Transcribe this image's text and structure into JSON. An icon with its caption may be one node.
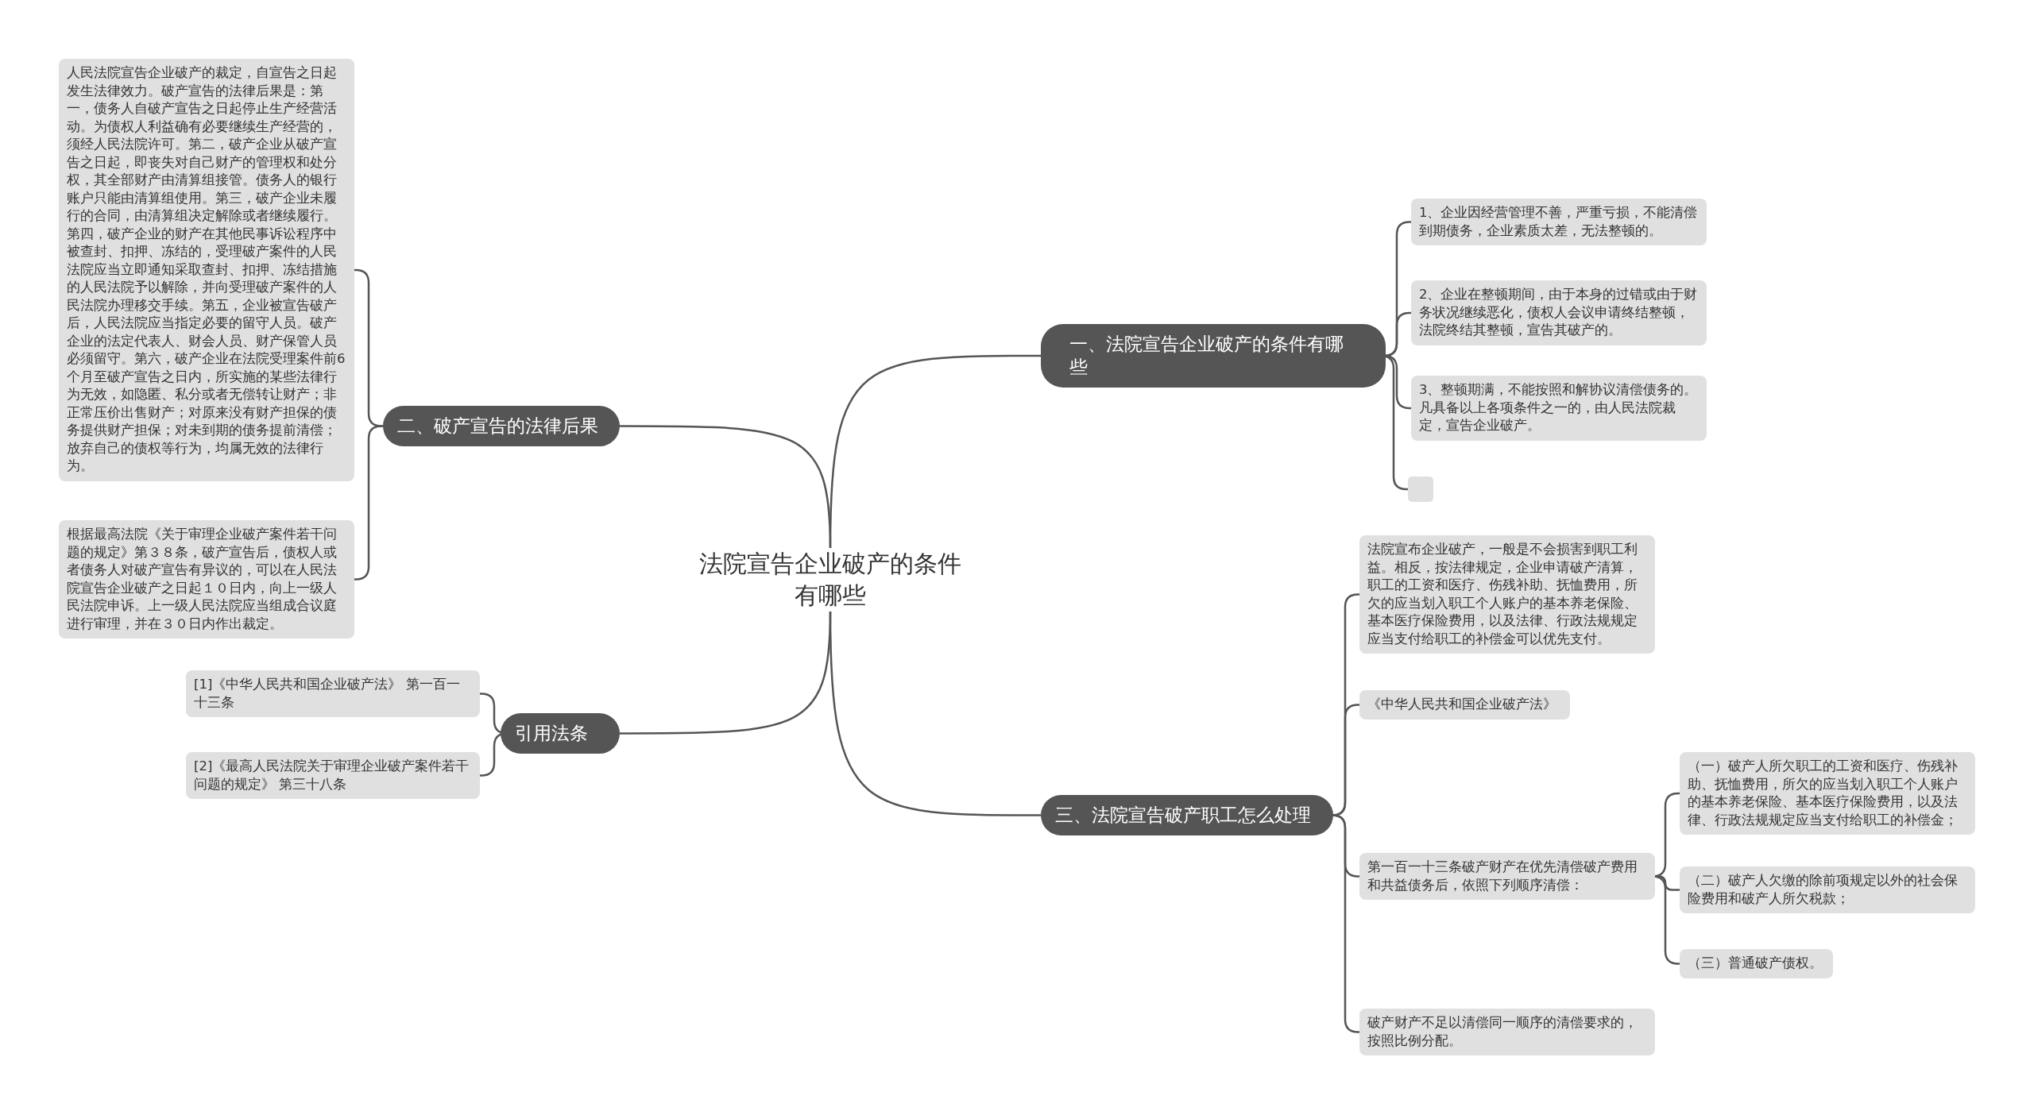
{
  "diagram": {
    "nodes": [
      {
        "text": [
          "法院宣告企业破产的条件有哪些"
        ]
      },
      {
        "text": [
          "一、法院宣告企业破产的条件有哪些"
        ]
      },
      {
        "text": [
          "1、企业因经营管理不善，严重亏损，不能清偿到期债务，企业素质太差，无法整顿的。"
        ]
      },
      {
        "text": [
          "2、企业在整顿期间，由于本身的过错或由于财务状况继续恶化，债权人会议申请终结整顿，法院终结其整顿，宣告其破产的。"
        ]
      },
      {
        "text": [
          "3、整顿期满，不能按照和解协议清偿债务的。凡具备以上各项条件之一的，由人民法院裁定，宣告企业破产。"
        ]
      },
      {
        "text": [],
        "shape": "box"
      },
      {
        "text": [
          "二、破产宣告的法律后果"
        ]
      },
      {
        "text": [
          "人民法院宣告企业破产的裁定，自宣告之日起发生法律效力。破产宣告的法律后果是：第一，债务人自破产宣告之日起停止生产经营活动。为债权人利益确有必要继续生产经营的，须经人民法院许可。第二，破产企业从破产宣告之日起，即丧失对自己财产的管理权和处分权，其全部财产由清算组接管。债务人的银行账户只能由清算组使用。第三，破产企业未履行的合同，由清算组决定解除或者继续履行。第四，破产企业的财产在其他民事诉讼程序中被查封、扣押、冻结的，受理破产案件的人民法院应当立即通知采取查封、扣押、冻结措施的人民法院予以解除，并向受理破产案件的人民法院办理移交手续。第五，企业被宣告破产后，人民法院应当指定必要的留守人员。破产企业的法定代表人、财会人员、财产保管人员必须留守。第六，破产企业在法院受理案件前6个月至破产宣告之日内，所实施的某些法律行为无效，如隐匿、私分或者无偿转让财产；非正常压价出售财产；对原来没有财产担保的债务提供财产担保；对未到期的债务提前清偿；放弃自己的债权等行为，均属无效的法律行为。"
        ]
      },
      {
        "text": [
          "根据最高法院《关于审理企业破产案件若干问题的规定》第３８条，破产宣告后，债权人或者债务人对破产宣告有异议的，可以在人民法院宣告企业破产之日起１０日内，向上一级人民法院申诉。上一级人民法院应当组成合议庭进行审理，并在３０日内作出裁定。"
        ]
      },
      {
        "text": [
          "引用法条"
        ]
      },
      {
        "text": [
          "[1]《中华人民共和国企业破产法》 第一百一十三条"
        ]
      },
      {
        "text": [
          "[2]《最高人民法院关于审理企业破产案件若干问题的规定》 第三十八条"
        ]
      },
      {
        "text": [
          "三、法院宣告破产职工怎么处理"
        ]
      },
      {
        "text": [
          "法院宣布企业破产，一般是不会损害到职工利益。相反，按法律规定，企业申请破产清算，职工的工资和医疗、伤残补助、抚恤费用，所欠的应当划入职工个人账户的基本养老保险、基本医疗保险费用，以及法律、行政法规规定应当支付给职工的补偿金可以优先支付。"
        ]
      },
      {
        "text": [
          "《中华人民共和国企业破产法》"
        ]
      },
      {
        "text": [
          "第一百一十三条破产财产在优先清偿破产费用和共益债务后，依照下列顺序清偿："
        ]
      },
      {
        "text": [
          "（一）破产人所欠职工的工资和医疗、伤残补助、抚恤费用，所欠的应当划入职工个人账户的基本养老保险、基本医疗保险费用，以及法律、行政法规规定应当支付给职工的补偿金；"
        ]
      },
      {
        "text": [
          "（二）破产人欠缴的除前项规定以外的社会保险费用和破产人所欠税款；"
        ]
      },
      {
        "text": [
          "（三）普通破产债权。"
        ]
      },
      {
        "text": [
          "破产财产不足以清偿同一顺序的清偿要求的，按照比例分配。"
        ]
      }
    ],
    "edges": [
      {
        "from": 0,
        "to": 1,
        "arrow": "none"
      },
      {
        "from": 1,
        "to": 2,
        "arrow": "none"
      },
      {
        "from": 1,
        "to": 3,
        "arrow": "none"
      },
      {
        "from": 1,
        "to": 4,
        "arrow": "none"
      },
      {
        "from": 1,
        "to": 5,
        "arrow": "none"
      },
      {
        "from": 0,
        "to": 6,
        "arrow": "none"
      },
      {
        "from": 6,
        "to": 7,
        "arrow": "none"
      },
      {
        "from": 6,
        "to": 8,
        "arrow": "none"
      },
      {
        "from": 0,
        "to": 9,
        "arrow": "none"
      },
      {
        "from": 9,
        "to": 10,
        "arrow": "none"
      },
      {
        "from": 9,
        "to": 11,
        "arrow": "none"
      },
      {
        "from": 0,
        "to": 12,
        "arrow": "none"
      },
      {
        "from": 12,
        "to": 13,
        "arrow": "none"
      },
      {
        "from": 12,
        "to": 14,
        "arrow": "none"
      },
      {
        "from": 12,
        "to": 15,
        "arrow": "none"
      },
      {
        "from": 12,
        "to": 19,
        "arrow": "none"
      },
      {
        "from": 15,
        "to": 16,
        "arrow": "none"
      },
      {
        "from": 15,
        "to": 17,
        "arrow": "none"
      },
      {
        "from": 15,
        "to": 18,
        "arrow": "none"
      }
    ]
  }
}
